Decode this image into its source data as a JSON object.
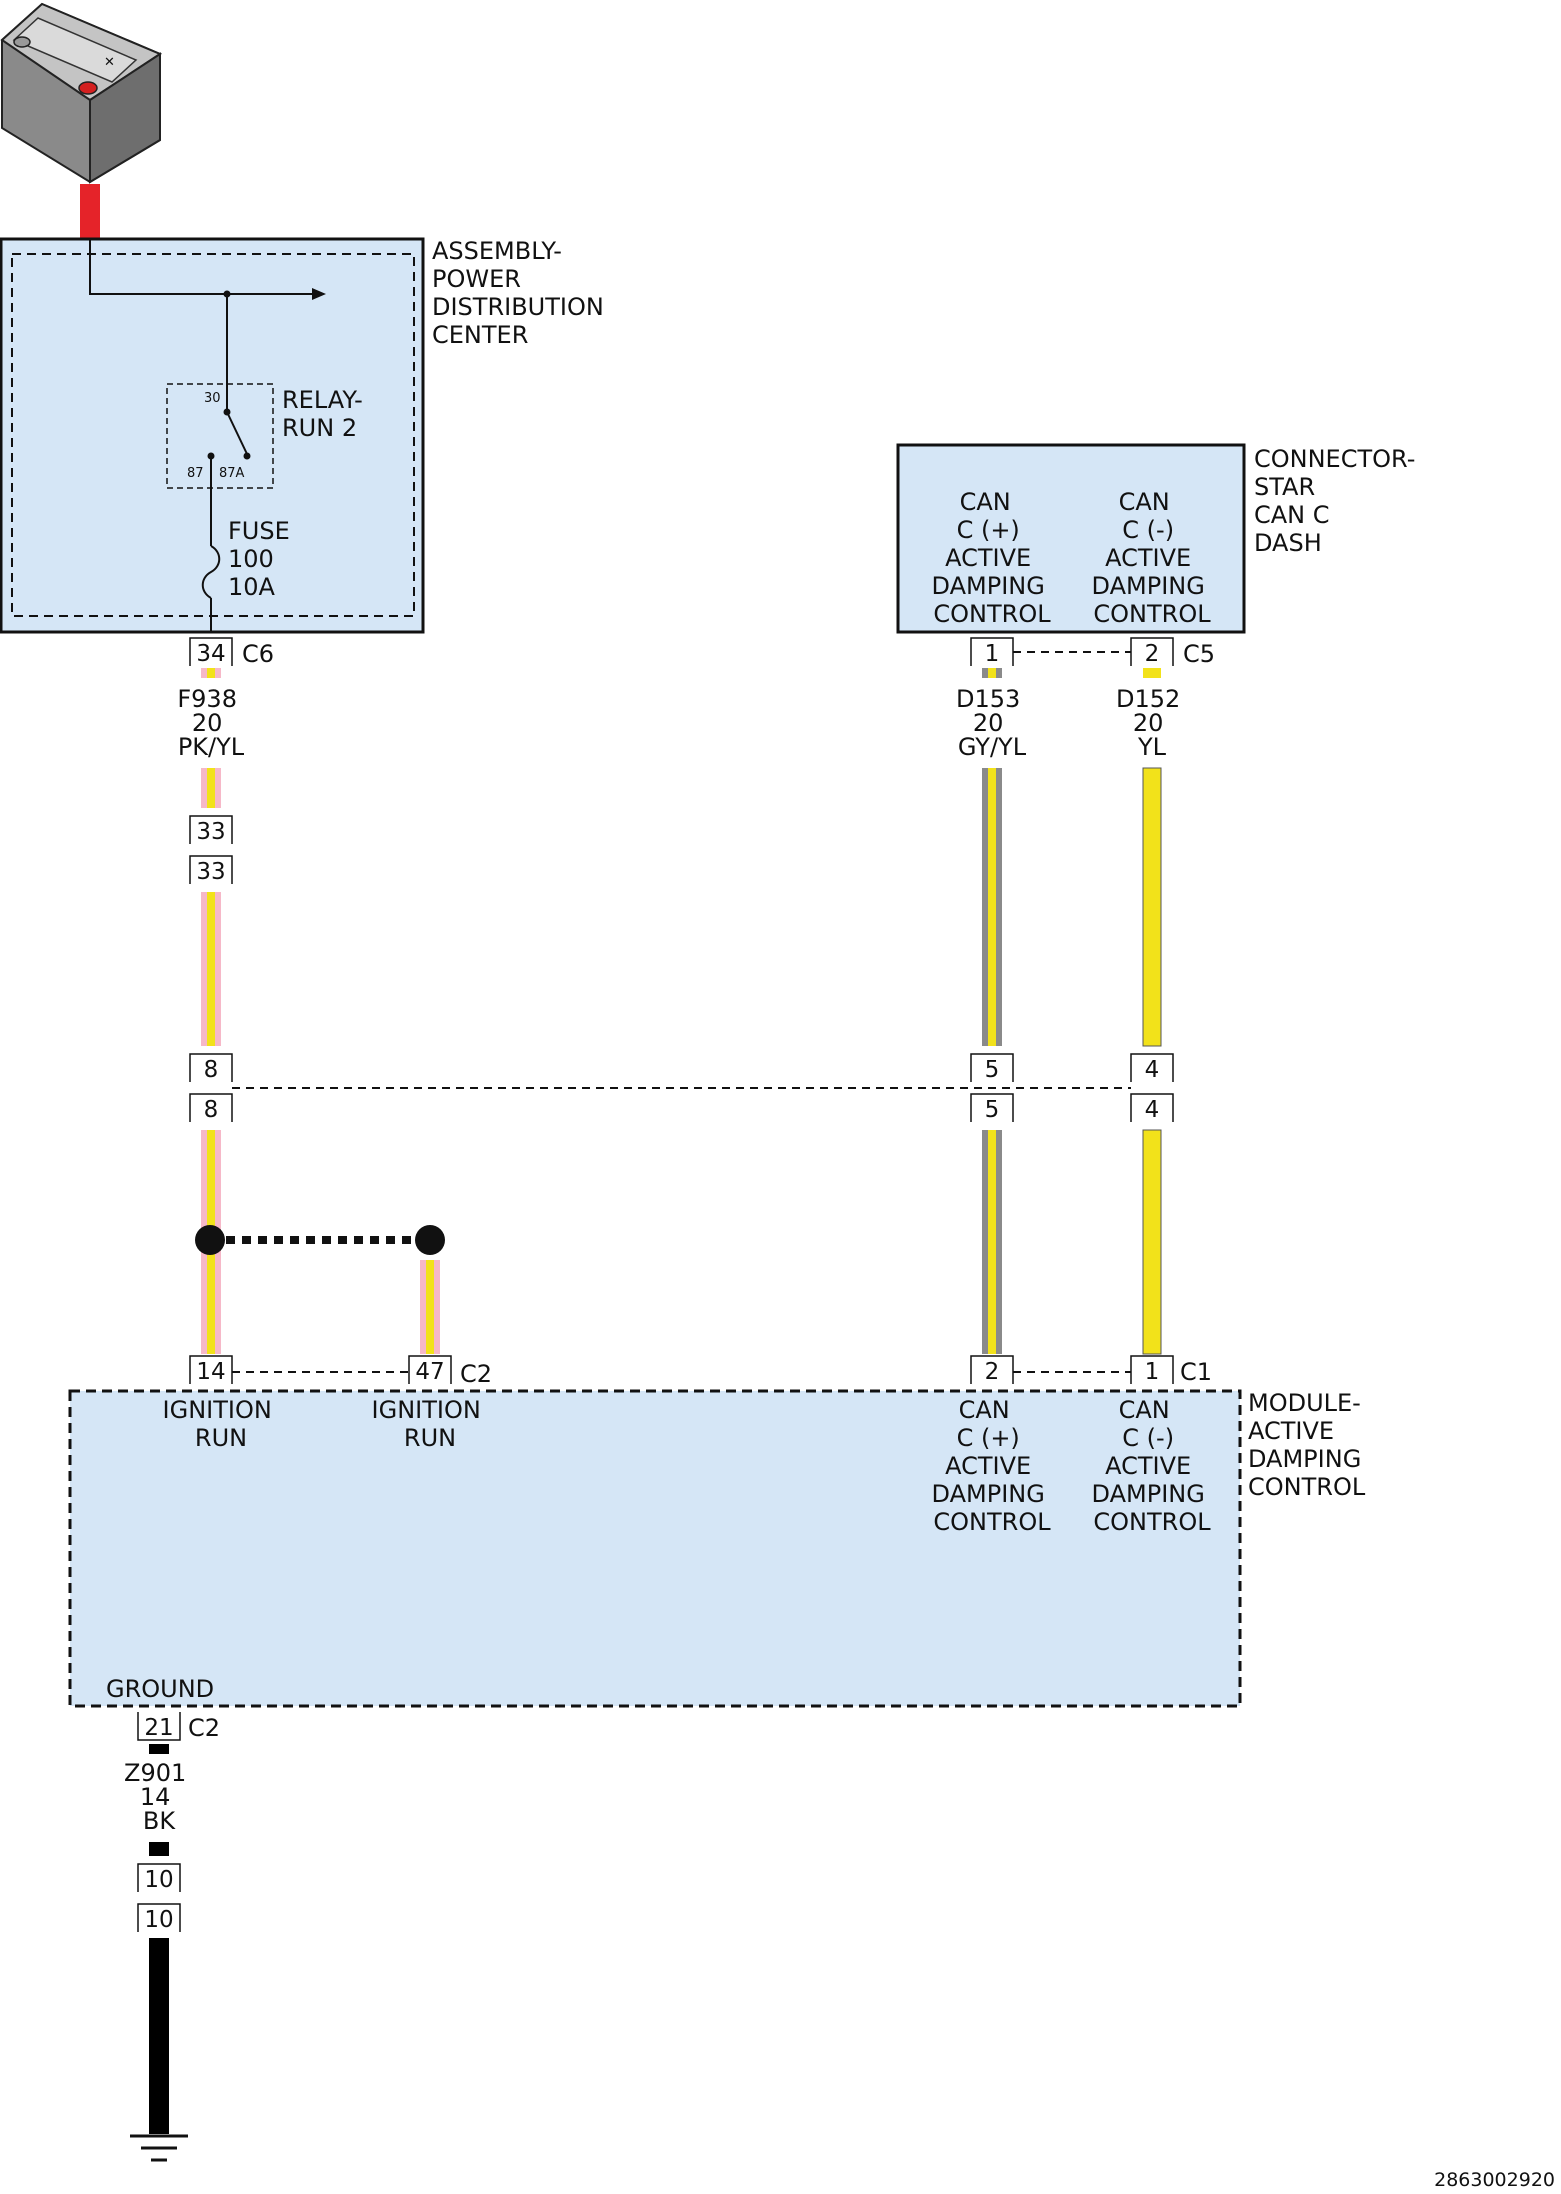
{
  "colors": {
    "module_fill": "#d5e6f6",
    "wire_pink": "#f6b8c8",
    "wire_yellow": "#f2e21a",
    "wire_gray": "#8a8a8a",
    "wire_black": "#000000",
    "battery_cable_red": "#e52329"
  },
  "pdc": {
    "name": [
      "ASSEMBLY-",
      "POWER",
      "DISTRIBUTION",
      "CENTER"
    ],
    "relay_name": [
      "RELAY-",
      "RUN 2"
    ],
    "relay_pins": {
      "p30": "30",
      "p87": "87",
      "p87a": "87A"
    },
    "fuse": [
      "FUSE",
      "100",
      "10A"
    ]
  },
  "star": {
    "name": [
      "CONNECTOR-",
      "STAR",
      "CAN C",
      "DASH"
    ],
    "func1": [
      "CAN",
      "C (+)",
      "ACTIVE",
      "DAMPING",
      "CONTROL"
    ],
    "func2": [
      "CAN",
      "C (-)",
      "ACTIVE",
      "DAMPING",
      "CONTROL"
    ]
  },
  "module": {
    "name": [
      "MODULE-",
      "ACTIVE",
      "DAMPING",
      "CONTROL"
    ],
    "pin14_func": [
      "IGNITION",
      "RUN"
    ],
    "pin47_func": [
      "IGNITION",
      "RUN"
    ],
    "pin2_func": [
      "CAN",
      "C (+)",
      "ACTIVE",
      "DAMPING",
      "CONTROL"
    ],
    "pin1_func": [
      "CAN",
      "C (-)",
      "ACTIVE",
      "DAMPING",
      "CONTROL"
    ],
    "ground_label": "GROUND"
  },
  "connectors": {
    "c6": "C6",
    "c5": "C5",
    "c2a": "C2",
    "c1": "C1",
    "c2b": "C2"
  },
  "pins": {
    "pdc34": "34",
    "inline33a": "33",
    "inline33b": "33",
    "star1": "1",
    "star2": "2",
    "in8a": "8",
    "in8b": "8",
    "in5a": "5",
    "in5b": "5",
    "in4a": "4",
    "in4b": "4",
    "mod14": "14",
    "mod47": "47",
    "mod2": "2",
    "mod1": "1",
    "mod21": "21",
    "g10a": "10",
    "g10b": "10"
  },
  "wires": {
    "f938": [
      "F938",
      "20",
      "PK/YL"
    ],
    "d153": [
      "D153",
      "20",
      "GY/YL"
    ],
    "d152": [
      "D152",
      "20",
      "YL"
    ],
    "z901": [
      "Z901",
      "14",
      "BK"
    ]
  },
  "icons": {
    "battery": "battery-icon",
    "ground": "ground-symbol-icon",
    "splice": "splice-dot-icon"
  },
  "doc_id": "2863002920"
}
